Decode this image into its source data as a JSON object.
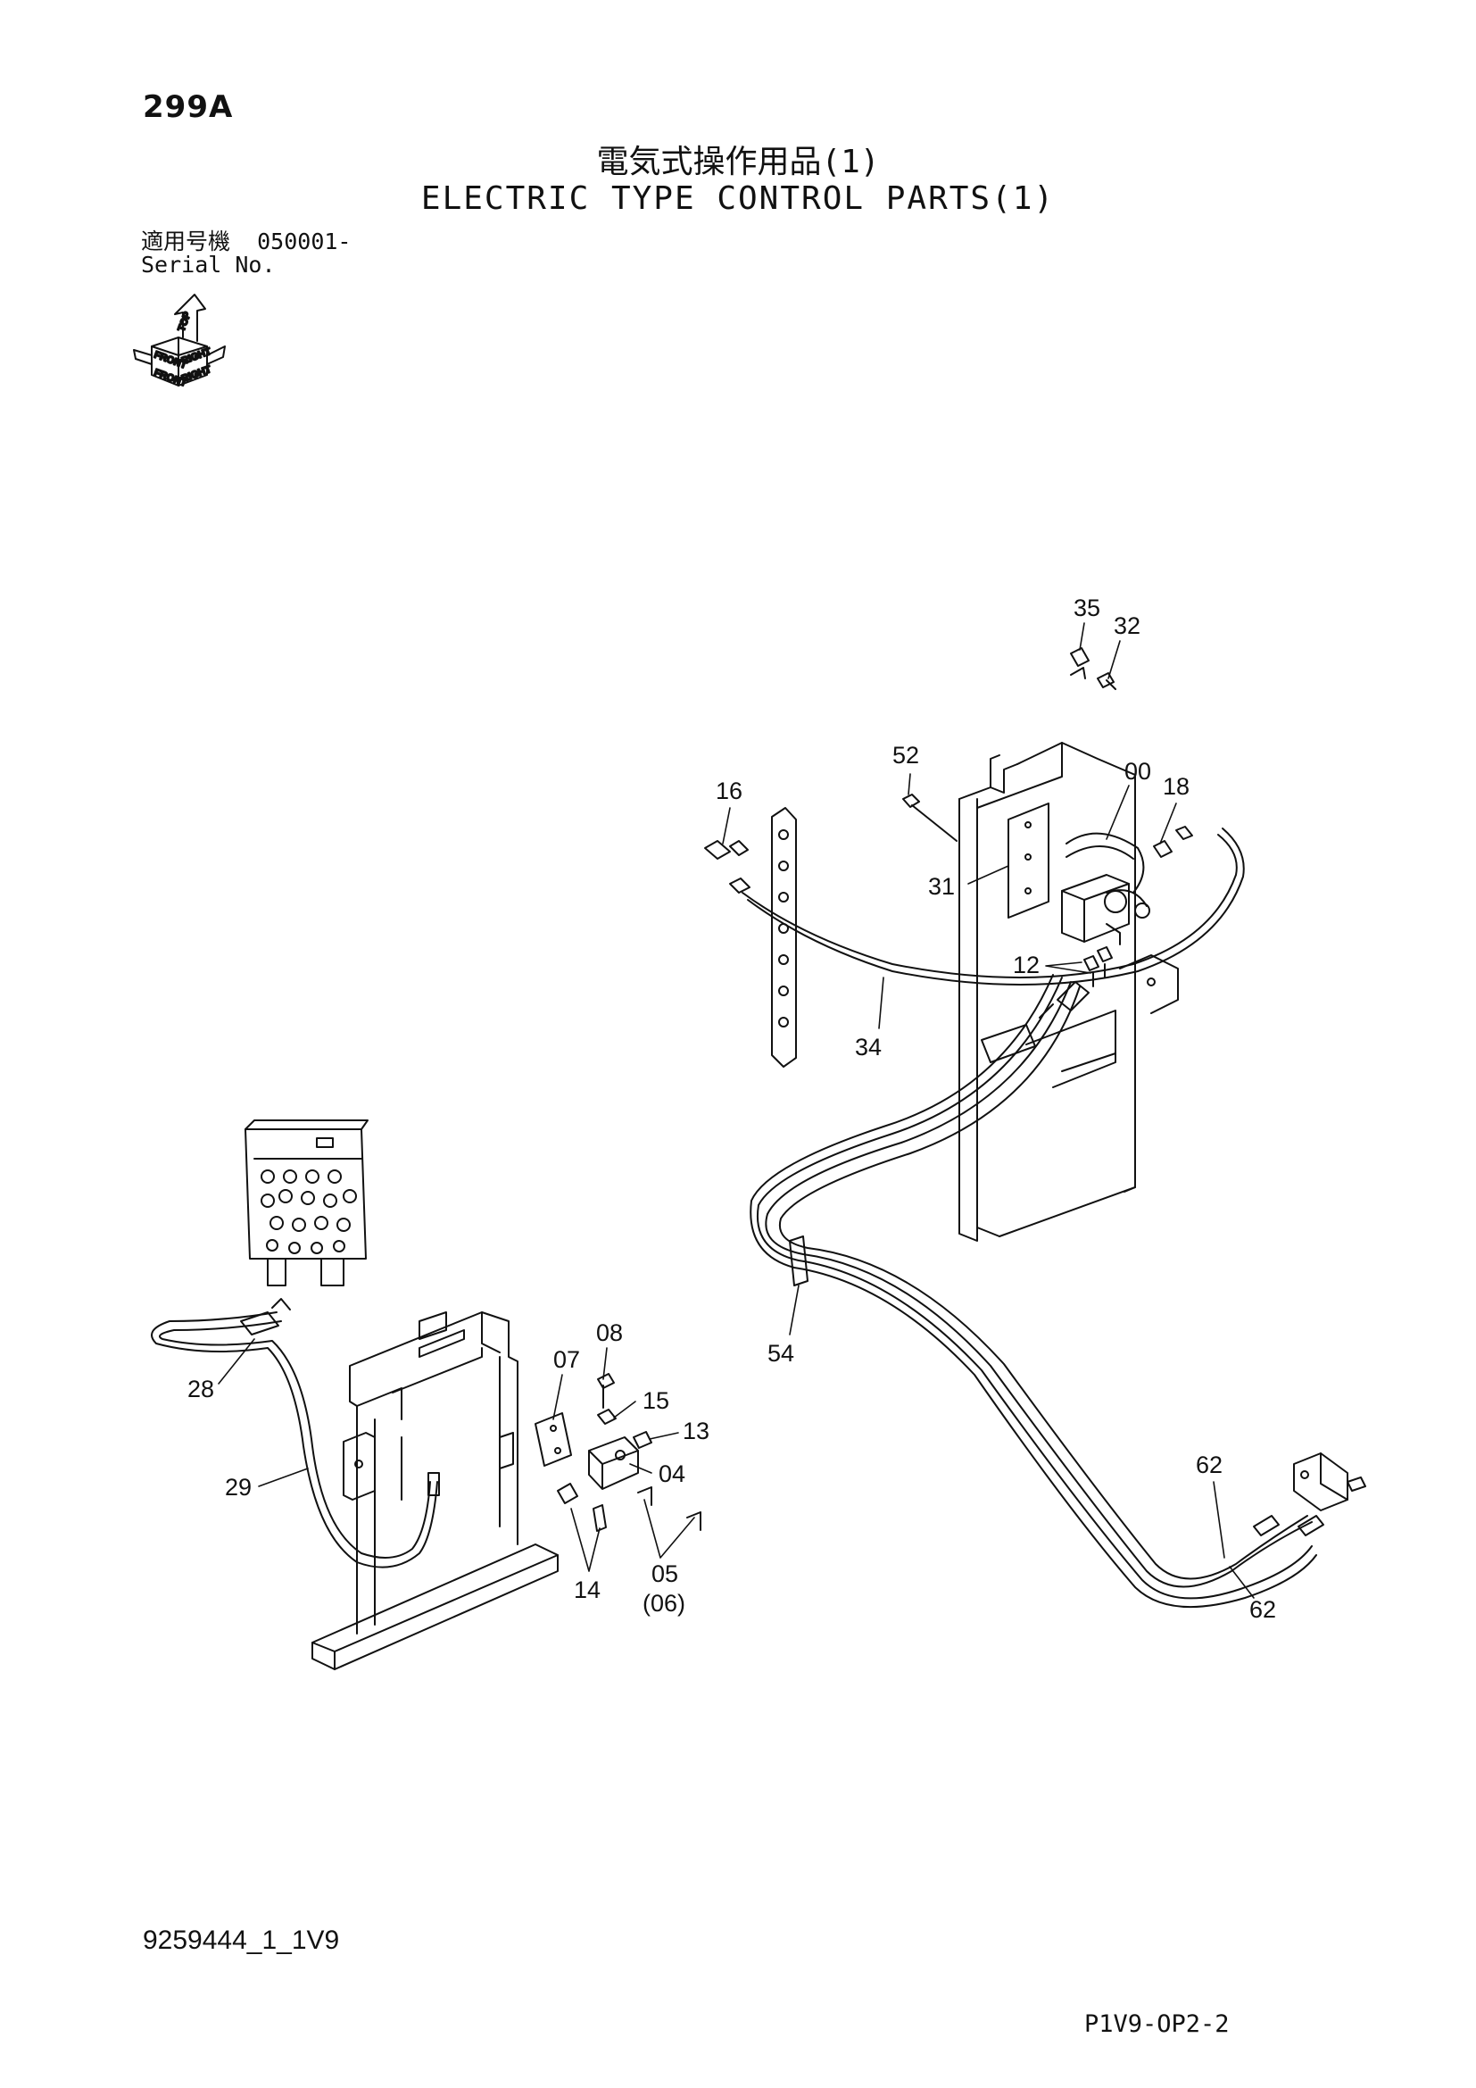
{
  "header": {
    "page_number": "299A",
    "title_jp": "電気式操作用品(1)",
    "title_en": "ELECTRIC TYPE CONTROL PARTS(1)",
    "serial_label_jp": "適用号機",
    "serial_value": "050001-",
    "serial_label_en": "Serial No."
  },
  "orientation_icon": {
    "labels": [
      "TOP",
      "FRONT",
      "RIGHT",
      "FRONT",
      "RIGHT"
    ]
  },
  "callouts": [
    "35",
    "32",
    "52",
    "00",
    "18",
    "16",
    "31",
    "12",
    "34",
    "08",
    "07",
    "15",
    "13",
    "04",
    "28",
    "29",
    "05",
    "(06)",
    "14",
    "54",
    "62",
    "62"
  ],
  "footer": {
    "document_id": "9259444_1_1V9",
    "page_code": "P1V9-OP2-2"
  }
}
